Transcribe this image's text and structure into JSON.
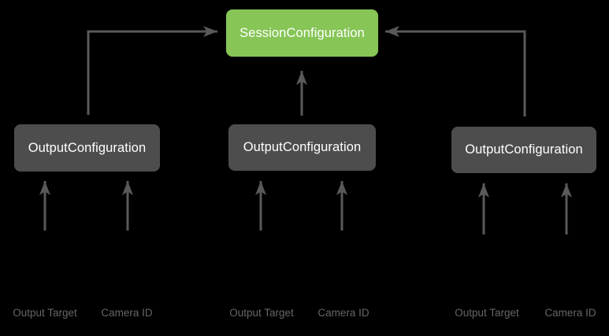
{
  "diagram": {
    "session_box": {
      "label": "SessionConfiguration"
    },
    "groups": [
      {
        "box_label": "OutputConfiguration",
        "inputs": [
          "Output Target",
          "Camera ID"
        ]
      },
      {
        "box_label": "OutputConfiguration",
        "inputs": [
          "Output Target",
          "Camera ID"
        ]
      },
      {
        "box_label": "OutputConfiguration",
        "inputs": [
          "Output Target",
          "Camera ID"
        ]
      }
    ],
    "connections": [
      "output-configuration-1 -> session-configuration",
      "output-configuration-2 -> session-configuration",
      "output-configuration-3 -> session-configuration",
      "output-target-1 -> output-configuration-1",
      "camera-id-1 -> output-configuration-1",
      "output-target-2 -> output-configuration-2",
      "camera-id-2 -> output-configuration-2",
      "output-target-3 -> output-configuration-3",
      "camera-id-3 -> output-configuration-3"
    ],
    "colors": {
      "background": "#000000",
      "session_fill": "#86C556",
      "output_fill": "#4D4D4D",
      "arrow": "#595959",
      "label_text": "#666666",
      "box_text": "#FFFFFF"
    }
  }
}
